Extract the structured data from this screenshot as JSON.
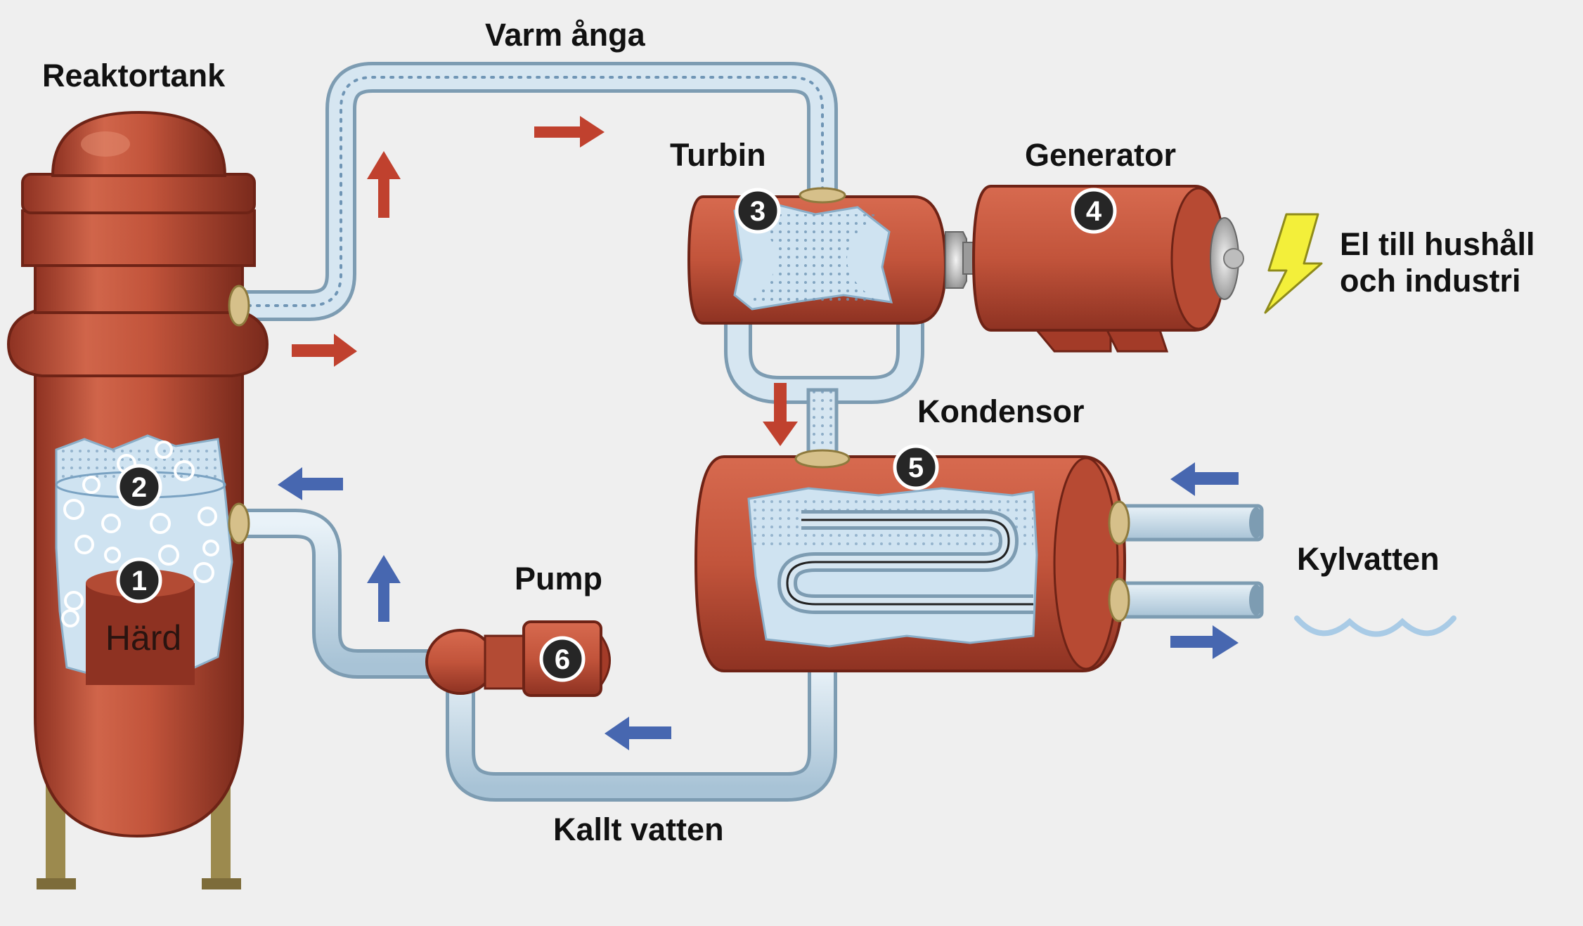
{
  "labels": {
    "reactor_tank": "Reaktortank",
    "warm_steam": "Varm ånga",
    "turbine": "Turbin",
    "generator": "Generator",
    "electricity": "El till hushåll och industri",
    "condenser": "Kondensor",
    "cooling_water": "Kylvatten",
    "pump": "Pump",
    "cold_water": "Kallt vatten",
    "core": "Härd"
  },
  "badges": [
    "1",
    "2",
    "3",
    "4",
    "5",
    "6"
  ],
  "colors": {
    "background": "#efefef",
    "vessel": "#c2543b",
    "vessel_dark": "#8e3222",
    "pipe": "#c6dcec",
    "pipe_outline": "#7d9cb2",
    "hot_arrow": "#c0412e",
    "cold_arrow": "#4767b0",
    "bolt": "#f3ef3a",
    "badge": "#262626"
  },
  "icons": [
    "lightning-icon",
    "water-waves-icon"
  ]
}
